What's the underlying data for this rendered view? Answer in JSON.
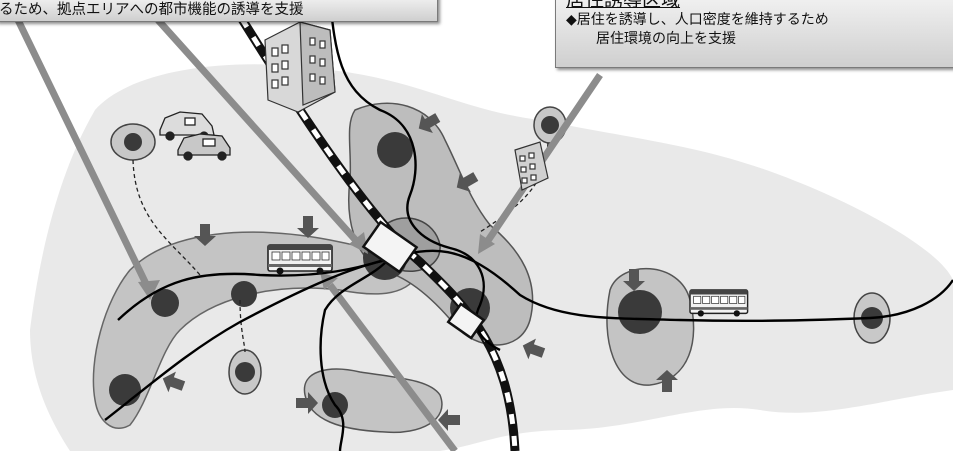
{
  "callouts": {
    "left": {
      "text": "るため、拠点エリアへの都市機能の誘導を支援"
    },
    "right": {
      "title": "居住誘導区域",
      "line1": "◆居住を誘導し、人口密度を維持するため",
      "line2": "居住環境の向上を支援"
    }
  },
  "colors": {
    "area_fill": "#e9e9e9",
    "zone_fill": "#bdbdbd",
    "zone_stroke": "#555555",
    "core_fill": "#3a3a3a",
    "pointer_arrow": "#8c8c8c",
    "small_arrow": "#555555",
    "rail_dark": "#111111",
    "bus_route": "#000000"
  },
  "icons": [
    "bus-icon",
    "car-icon",
    "building-icon",
    "station-icon",
    "arrow-icon"
  ]
}
